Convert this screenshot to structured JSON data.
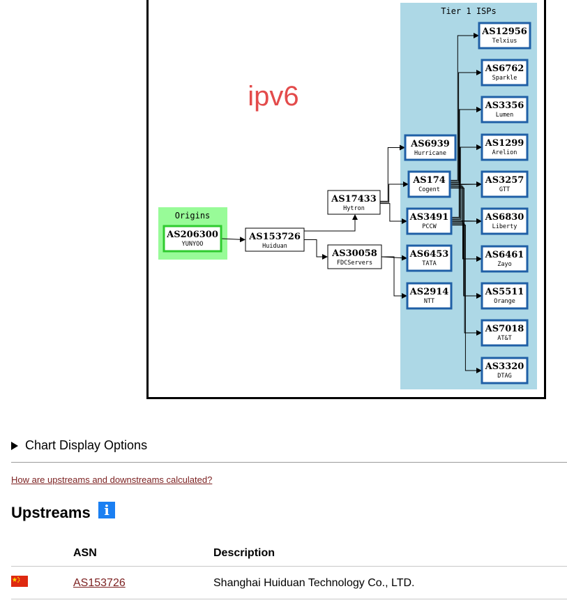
{
  "graph": {
    "watermark": "ipv6",
    "tier1_label": "Tier 1 ISPs",
    "origins_label": "Origins",
    "nodes": [
      {
        "id": "AS206300",
        "asn": "AS206300",
        "name": "YUNYOO",
        "group": "origin"
      },
      {
        "id": "AS153726",
        "asn": "AS153726",
        "name": "Huiduan",
        "group": "transit"
      },
      {
        "id": "AS17433",
        "asn": "AS17433",
        "name": "Hytron",
        "group": "transit"
      },
      {
        "id": "AS30058",
        "asn": "AS30058",
        "name": "FDCServers",
        "group": "transit"
      },
      {
        "id": "AS6939",
        "asn": "AS6939",
        "name": "Hurricane",
        "group": "tier1"
      },
      {
        "id": "AS174",
        "asn": "AS174",
        "name": "Cogent",
        "group": "tier1"
      },
      {
        "id": "AS3491",
        "asn": "AS3491",
        "name": "PCCW",
        "group": "tier1"
      },
      {
        "id": "AS6453",
        "asn": "AS6453",
        "name": "TATA",
        "group": "tier1"
      },
      {
        "id": "AS2914",
        "asn": "AS2914",
        "name": "NTT",
        "group": "tier1"
      },
      {
        "id": "AS12956",
        "asn": "AS12956",
        "name": "Telxius",
        "group": "tier1"
      },
      {
        "id": "AS6762",
        "asn": "AS6762",
        "name": "Sparkle",
        "group": "tier1"
      },
      {
        "id": "AS3356",
        "asn": "AS3356",
        "name": "Lumen",
        "group": "tier1"
      },
      {
        "id": "AS1299",
        "asn": "AS1299",
        "name": "Arelion",
        "group": "tier1"
      },
      {
        "id": "AS3257",
        "asn": "AS3257",
        "name": "GTT",
        "group": "tier1"
      },
      {
        "id": "AS6830",
        "asn": "AS6830",
        "name": "Liberty",
        "group": "tier1"
      },
      {
        "id": "AS6461",
        "asn": "AS6461",
        "name": "Zayo",
        "group": "tier1"
      },
      {
        "id": "AS5511",
        "asn": "AS5511",
        "name": "Orange",
        "group": "tier1"
      },
      {
        "id": "AS7018",
        "asn": "AS7018",
        "name": "AT&T",
        "group": "tier1"
      },
      {
        "id": "AS3320",
        "asn": "AS3320",
        "name": "DTAG",
        "group": "tier1"
      }
    ],
    "edges": [
      [
        "AS206300",
        "AS153726"
      ],
      [
        "AS153726",
        "AS17433"
      ],
      [
        "AS153726",
        "AS30058"
      ],
      [
        "AS17433",
        "AS6939"
      ],
      [
        "AS17433",
        "AS174"
      ],
      [
        "AS17433",
        "AS3491"
      ],
      [
        "AS30058",
        "AS6453"
      ],
      [
        "AS30058",
        "AS2914"
      ],
      [
        "AS174",
        "AS12956"
      ],
      [
        "AS174",
        "AS6762"
      ],
      [
        "AS174",
        "AS3356"
      ],
      [
        "AS174",
        "AS1299"
      ],
      [
        "AS174",
        "AS3257"
      ],
      [
        "AS174",
        "AS6830"
      ],
      [
        "AS174",
        "AS6461"
      ],
      [
        "AS174",
        "AS5511"
      ],
      [
        "AS3491",
        "AS3356"
      ],
      [
        "AS3491",
        "AS1299"
      ],
      [
        "AS3491",
        "AS3257"
      ],
      [
        "AS3491",
        "AS6830"
      ],
      [
        "AS3491",
        "AS6461"
      ],
      [
        "AS3491",
        "AS5511"
      ],
      [
        "AS3491",
        "AS7018"
      ],
      [
        "AS3491",
        "AS3320"
      ]
    ]
  },
  "chart_options": {
    "label": "Chart Display Options"
  },
  "help_link": "How are upstreams and downstreams calculated?",
  "upstreams": {
    "title": "Upstreams",
    "info_icon": "info-icon",
    "columns": {
      "asn": "ASN",
      "description": "Description"
    },
    "rows": [
      {
        "flag": "china-flag-icon",
        "asn": "AS153726",
        "description": "Shanghai Huiduan Technology Co., LTD."
      }
    ]
  },
  "colors": {
    "tier1_bg": "#add8e6",
    "origin_bg": "#98fb98",
    "tier1_border": "#1f5fa6",
    "origin_border": "#2fcb2f",
    "watermark": "#e34b4b",
    "link": "#7b1f1f",
    "info_blue": "#1a7ff2"
  }
}
